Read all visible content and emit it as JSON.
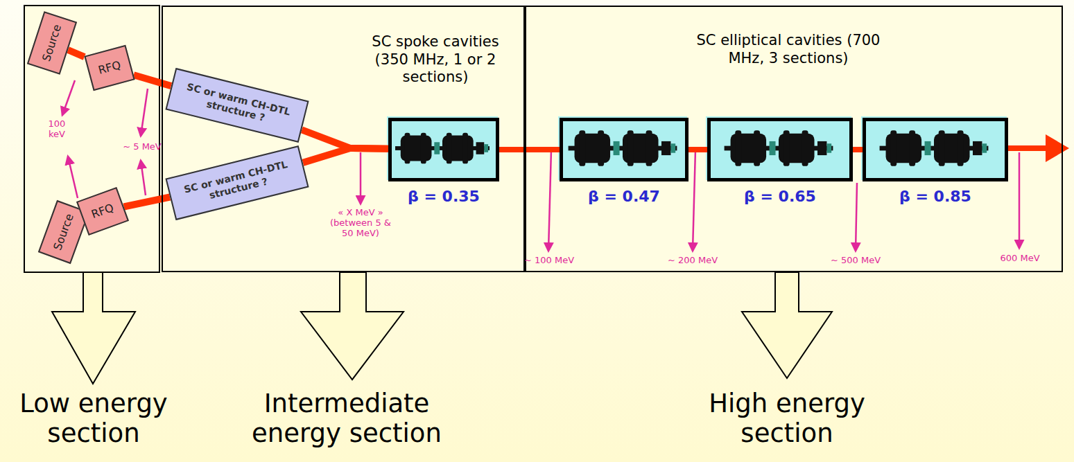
{
  "diagram": {
    "nodes": [
      {
        "text": [
          "Source"
        ]
      },
      {
        "text": [
          "RFQ"
        ]
      },
      {
        "text": [
          "Source"
        ]
      },
      {
        "text": [
          "RFQ"
        ]
      },
      {
        "text": [
          "SC spoke cavities (350 MHz, 1 or 2 sections)"
        ]
      },
      {
        "text": [
          "SC or warm CH-DTL structure ?"
        ],
        "in": 4
      },
      {
        "text": [
          "SC or warm CH-DTL structure ?"
        ],
        "in": 4
      },
      {
        "text": [
          "β = 0.35"
        ],
        "in": 4
      },
      {
        "text": [
          "SC elliptical cavities (700 MHz, 3 sections)"
        ]
      },
      {
        "text": [
          "β = 0.47"
        ],
        "in": 8
      },
      {
        "text": [
          "β = 0.65"
        ],
        "in": 8
      },
      {
        "text": [
          "β = 0.85"
        ],
        "in": 8
      }
    ],
    "edges": [
      {
        "from": 0,
        "to": 1,
        "arrow": "none"
      },
      {
        "from": 1,
        "to": 5,
        "arrow": "none"
      },
      {
        "from": 2,
        "to": 3,
        "arrow": "none"
      },
      {
        "from": 3,
        "to": 6,
        "arrow": "none"
      },
      {
        "from": 5,
        "to": 7,
        "arrow": "none"
      },
      {
        "from": 6,
        "to": 7,
        "arrow": "none"
      },
      {
        "from": 7,
        "to": 9,
        "arrow": "none"
      },
      {
        "from": 9,
        "to": 10,
        "arrow": "none"
      },
      {
        "from": 10,
        "to": 11,
        "arrow": "none"
      }
    ],
    "labels": [
      "100 keV",
      "~ 5 MeV",
      "« X MeV » (between 5 & 50 MeV)",
      "~ 100 MeV",
      "~ 200 MeV",
      "~ 500 MeV",
      "600 MeV",
      "Low energy section",
      "Intermediate energy section",
      "High energy section"
    ]
  }
}
